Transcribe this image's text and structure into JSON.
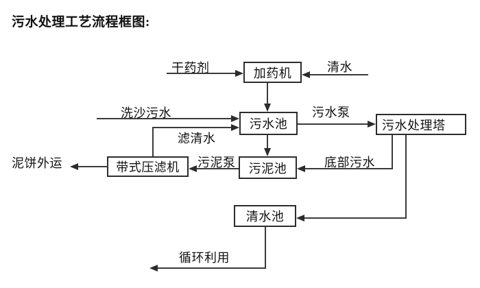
{
  "title": "污水处理工艺流程框图:",
  "diagram": {
    "nodes": {
      "dosing_machine": "加药机",
      "sewage_pool": "污水池",
      "treatment_tower": "污水处理塔",
      "sludge_pool": "污泥池",
      "belt_filter_press": "带式压滤机",
      "clear_water_pool": "清水池"
    },
    "labels": {
      "dry_agent": "干药剂",
      "clean_water": "清水",
      "sand_wash_sewage": "洗沙污水",
      "filtered_water": "滤清水",
      "sewage_pump": "污水泵",
      "bottom_sewage": "底部污水",
      "sludge_pump": "污泥泵",
      "mud_cake_out": "泥饼外运",
      "recycle_use": "循环利用"
    },
    "colors": {
      "line": "#3a3a3a",
      "text": "#111111",
      "background": "#ffffff"
    }
  }
}
